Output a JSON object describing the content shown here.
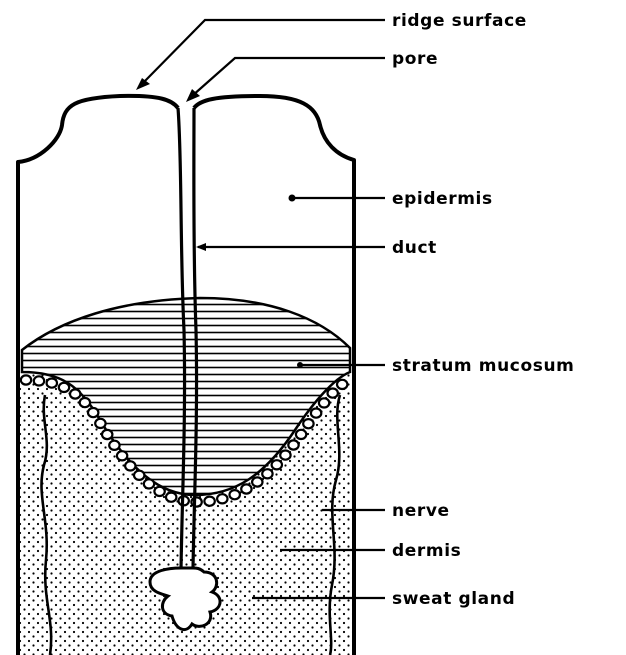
{
  "diagram": {
    "labels": {
      "ridge_surface": "ridge surface",
      "pore": "pore",
      "epidermis": "epidermis",
      "duct": "duct",
      "stratum_mucosum": "stratum mucosum",
      "nerve": "nerve",
      "dermis": "dermis",
      "sweat_gland": "sweat gland"
    },
    "colors": {
      "ink": "#000000",
      "paper": "#ffffff"
    }
  }
}
